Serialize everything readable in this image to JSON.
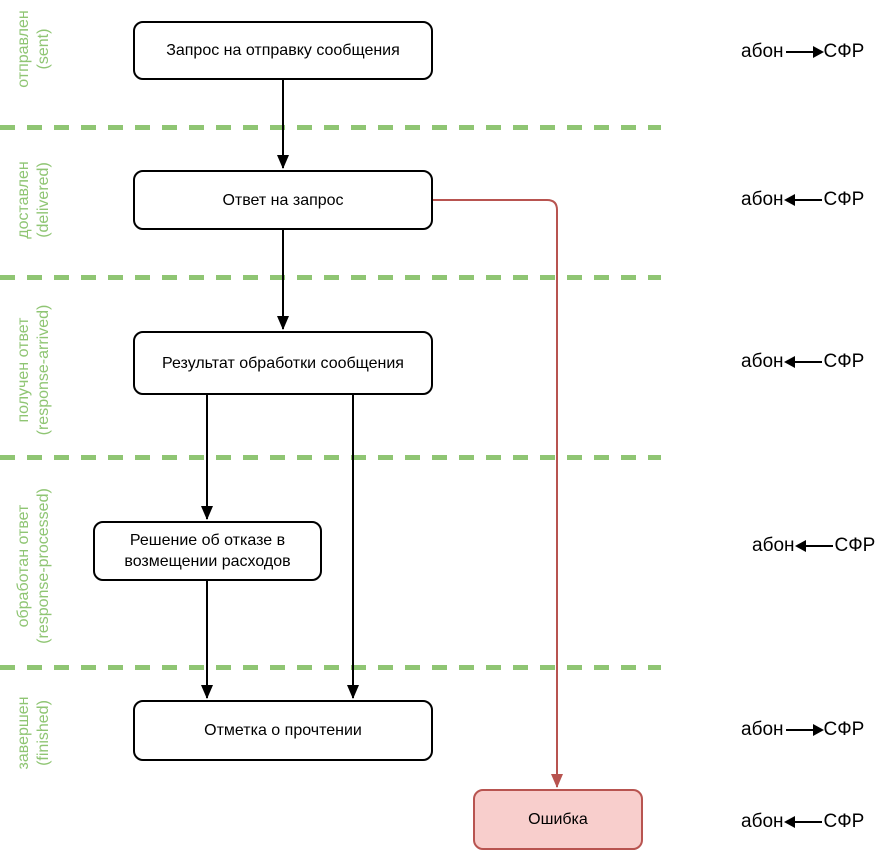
{
  "diagram": {
    "title": "message-status-flow",
    "colors": {
      "lane_green": "#8fc573",
      "node_border": "#000000",
      "error_border": "#b85450",
      "error_fill": "#f8cecc",
      "red_connector": "#b85450",
      "black_connector": "#000000"
    },
    "lanes": [
      {
        "ru": "отправлен",
        "en": "(sent)"
      },
      {
        "ru": "доставлен",
        "en": "(delivered)"
      },
      {
        "ru": "получен ответ",
        "en": "(response-arrived)"
      },
      {
        "ru": "обработан ответ",
        "en": "(response-processed)"
      },
      {
        "ru": "завершен",
        "en": "(finished)"
      }
    ],
    "nodes": [
      {
        "label": "Запрос на отправку сообщения",
        "type": "normal"
      },
      {
        "label": "Ответ на запрос",
        "type": "normal"
      },
      {
        "label": "Результат обработки сообщения",
        "type": "normal"
      },
      {
        "label": "Решение об отказе в возмещении расходов",
        "type": "normal"
      },
      {
        "label": "Отметка о прочтении",
        "type": "normal"
      },
      {
        "label": "Ошибка",
        "type": "error"
      }
    ],
    "io_rows": [
      {
        "from": "абон",
        "to": "СФР",
        "direction": "right"
      },
      {
        "from": "абон",
        "to": "СФР",
        "direction": "left"
      },
      {
        "from": "абон",
        "to": "СФР",
        "direction": "left"
      },
      {
        "from": "абон",
        "to": "СФР",
        "direction": "left"
      },
      {
        "from": "абон",
        "to": "СФР",
        "direction": "right"
      },
      {
        "from": "абон",
        "to": "СФР",
        "direction": "left"
      }
    ]
  }
}
